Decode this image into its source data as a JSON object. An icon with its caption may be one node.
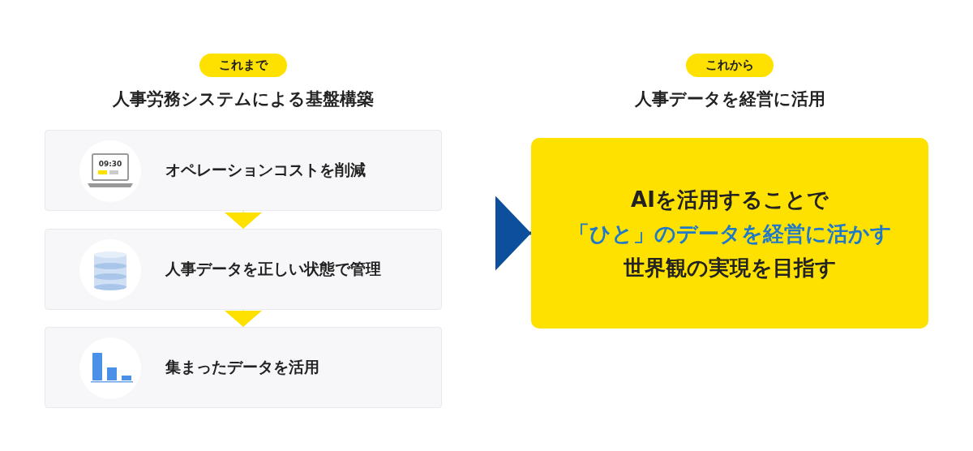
{
  "diagram": {
    "nodes": [
      {
        "text": [
          "これまで"
        ],
        "beside": [
          "人事労務システムによる基盤構築"
        ]
      },
      {
        "text": [
          "オペレーションコストを削減"
        ]
      },
      {
        "text": [
          "人事データを正しい状態で管理"
        ]
      },
      {
        "text": [
          "集まったデータを活用"
        ]
      },
      {
        "text": [
          "これから"
        ],
        "beside": [
          "人事データを経営に活用"
        ]
      },
      {
        "text": [
          "AIを活用することで",
          "「ひと」のデータを経営に活かす",
          "世界観の実現を目指す"
        ]
      }
    ],
    "edges": [
      {
        "from": 1,
        "to": 2,
        "arrow": "to"
      },
      {
        "from": 2,
        "to": 3,
        "arrow": "to"
      },
      {
        "from": null,
        "to": 5,
        "arrow": "to",
        "style": "thick",
        "color": "#0d4f9c"
      }
    ],
    "labels": [
      "09:30"
    ]
  }
}
